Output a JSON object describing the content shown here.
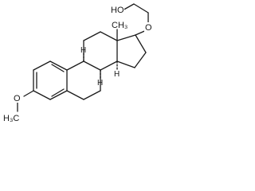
{
  "labels": {
    "hydroxyl": "HO",
    "ether_oxygen": "O",
    "methyl": "CH₃",
    "methoxy_methyl": "H₃C",
    "methoxy_oxygen": "O",
    "h_8": "H",
    "h_9": "H",
    "h_14": "H"
  }
}
